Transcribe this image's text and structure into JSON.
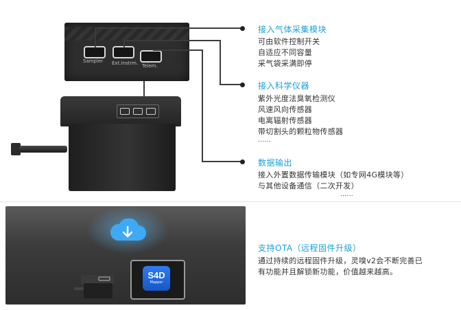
{
  "zoom_ports": [
    {
      "label": "Sampler"
    },
    {
      "label": "Ext.Instrm."
    },
    {
      "label": "Telem."
    }
  ],
  "sections": {
    "gas_module": {
      "heading": "接入气体采集模块",
      "lines": [
        "可由软件控制开关",
        "自适应不同容量",
        "采气袋采满即停"
      ]
    },
    "instruments": {
      "heading": "接入科学仪器",
      "lines": [
        "紫外光度法臭氧检测仪",
        "风速风向传感器",
        "电离辐射传感器",
        "带切割头的颗粒物传感器",
        "......"
      ]
    },
    "data_output": {
      "heading": "数据输出",
      "lines": [
        "接入外置数据传输模块（如专网4G模块等）",
        "与其他设备通信（二次开发）",
        "......"
      ]
    },
    "ota": {
      "heading": "支持OTA（远程固件升级）",
      "lines": [
        "通过持续的远程固件升级，灵嗅v2会不断完善已",
        "有功能并且解锁新功能，价值越来越高。"
      ]
    }
  },
  "app_tile": {
    "name": "S4D",
    "sub": "Mapper"
  },
  "colors": {
    "accent": "#1ba0d8",
    "text": "#333333",
    "line": "#3b3b3b"
  }
}
